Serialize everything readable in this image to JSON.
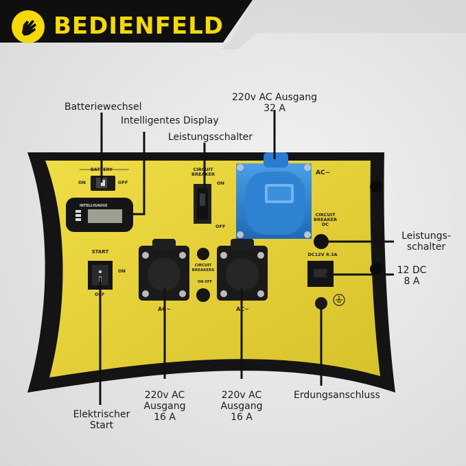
{
  "header": {
    "title": "BEDIENFELD",
    "background": "#111111",
    "accent": "#f5d90a",
    "logo_icon": "hand-gesture-icon"
  },
  "panel": {
    "face_color": "#e8d43a",
    "frame_color": "#161616",
    "battery": {
      "tag": "BATTERY",
      "on": "ON",
      "off": "OFF"
    },
    "display": {
      "brand": "INTELLIGAUGE"
    },
    "breaker_main": {
      "title_1": "CIRCUIT",
      "title_2": "BREAKER",
      "on": "ON",
      "off": "OFF"
    },
    "ac_label_top": "AC~",
    "dc_breaker": {
      "line1": "CIRCUIT",
      "line2": "BREAKER",
      "line3": "DC"
    },
    "dc_spec": "DC12V 8.3A",
    "start": {
      "title": "START",
      "on": "ON",
      "off": "OFF"
    },
    "small_breakers": {
      "title_1": "CIRCUIT",
      "title_2": "BREAKERS",
      "on": "ON",
      "off": "OFF"
    },
    "ac_left": "AC~",
    "ac_right": "AC~"
  },
  "callouts": {
    "battery_switch": "Batteriewechsel",
    "smart_display": "Intelligentes Display",
    "circuit_breaker": "Leistungsschalter",
    "ac_32": [
      "220v AC Ausgang",
      "32 A"
    ],
    "dc_breaker": [
      "Leistungs-",
      "schalter"
    ],
    "dc_out": [
      "12 DC",
      "8 A"
    ],
    "electric_start": [
      "Elektrischer",
      "Start"
    ],
    "ac_16_left": [
      "220v AC",
      "Ausgang",
      "16 A"
    ],
    "ac_16_right": [
      "220v AC",
      "Ausgang",
      "16 A"
    ],
    "ground": "Erdungsanschluss"
  }
}
